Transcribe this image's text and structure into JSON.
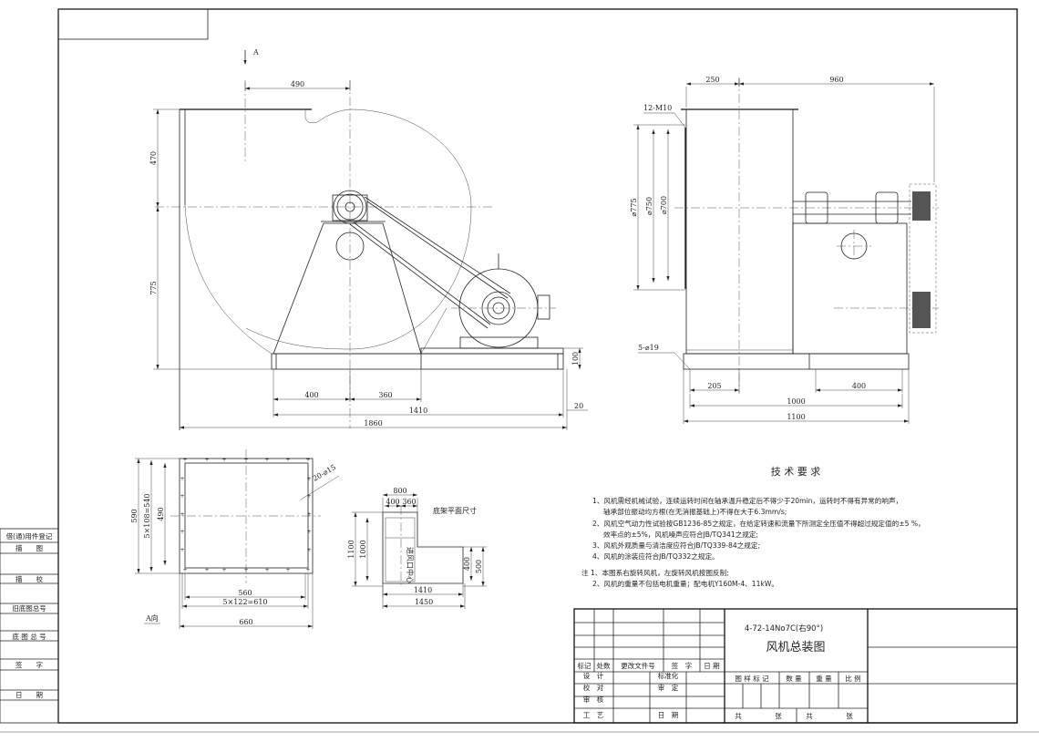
{
  "drawing": {
    "section_marker": "A",
    "view_a_label": "A向",
    "front_view_dims": [
      "490",
      "470",
      "775",
      "400",
      "360",
      "1410",
      "1860",
      "20",
      "100"
    ],
    "side_view_dims": [
      "250",
      "960",
      "12-M10",
      "⌀775",
      "⌀750",
      "⌀700",
      "5-⌀19",
      "205",
      "400",
      "1000",
      "1100"
    ],
    "view_a_dims": [
      "590",
      "5×108=540",
      "490",
      "560",
      "5×122=610",
      "660",
      "20-⌀15"
    ],
    "base_plan_dims": [
      "800",
      "400",
      "360",
      "1100",
      "1000",
      "400",
      "500",
      "1410",
      "1450"
    ],
    "base_plan_label": "底架平面尺寸",
    "base_plan_inner_label": "进风口中心"
  },
  "requirements": {
    "title": "技 术 要 求",
    "lines": [
      "1、风机需经机械试验，连续运转时间在轴承温升稳定后不得少于20min，运转时不得有异常的响声，",
      "轴承部位振动均方根(在无消振基础上)不得在大于6.3mm/s;",
      "2、风机空气动力性试验按GB1236-85之规定，在给定转速和流量下所测定全压值不得超过规定值的±5 %，",
      "效率点的±5%，风机噪声应符合JB/TQ341之规定;",
      "3、风机外观质量与清洁度应符合JB/TQ339-84之规定;",
      "4、风机的涂装应符合JB/TQ332之规定。"
    ],
    "notes": [
      "注 1、本图系右旋转风机，左旋转风机按图反制;",
      "2、风机的重量不包括电机重量；配电机Y160M-4、11kW。"
    ]
  },
  "title_block": {
    "model": "4-72-14No7C(右90°)",
    "drawing_name": "风机总装图",
    "header": [
      "标记",
      "处数",
      "更改文件号",
      "签　字",
      "日 期"
    ],
    "rows_left": [
      "设　计",
      "校　对",
      "审　核",
      "工　艺"
    ],
    "rows_mid": [
      "标准化",
      "审　定",
      "",
      "日　期"
    ],
    "attrs": [
      "图 样 标 记",
      "数 量",
      "重 量",
      "比 例"
    ],
    "sheets": [
      "共",
      "张",
      "共",
      "张"
    ]
  },
  "side_column": [
    "借(通)用件登记",
    "描　　图",
    "描　　校",
    "旧底图总号",
    "底 图 总 号",
    "签　　字",
    "日　　期"
  ]
}
